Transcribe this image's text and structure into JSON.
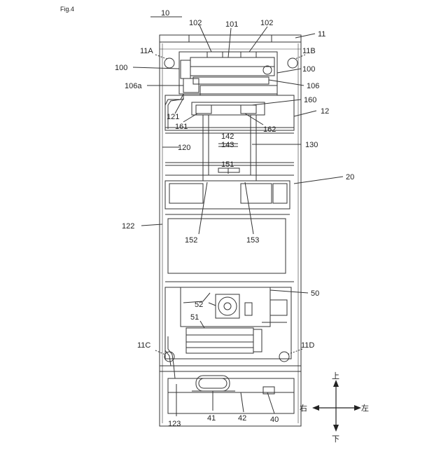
{
  "figure_title": "Fig.4",
  "labels": {
    "l10": "10",
    "l101": "101",
    "l102a": "102",
    "l102b": "102",
    "l11": "11",
    "l11A": "11A",
    "l11B": "11B",
    "l100a": "100",
    "l100b": "100",
    "l106a": "106a",
    "l106": "106",
    "l121": "121",
    "l160": "160",
    "l12": "12",
    "l161": "161",
    "l162": "162",
    "l142": "142",
    "l143": "143",
    "l120": "120",
    "l130": "130",
    "l151": "151",
    "l20": "20",
    "l122": "122",
    "l152": "152",
    "l153": "153",
    "l50": "50",
    "l52": "52",
    "l51": "51",
    "l11C": "11C",
    "l11D": "11D",
    "l123": "123",
    "l41": "41",
    "l42": "42",
    "l40": "40"
  },
  "directions": {
    "up": "上",
    "down": "下",
    "right": "右",
    "left": "左"
  }
}
